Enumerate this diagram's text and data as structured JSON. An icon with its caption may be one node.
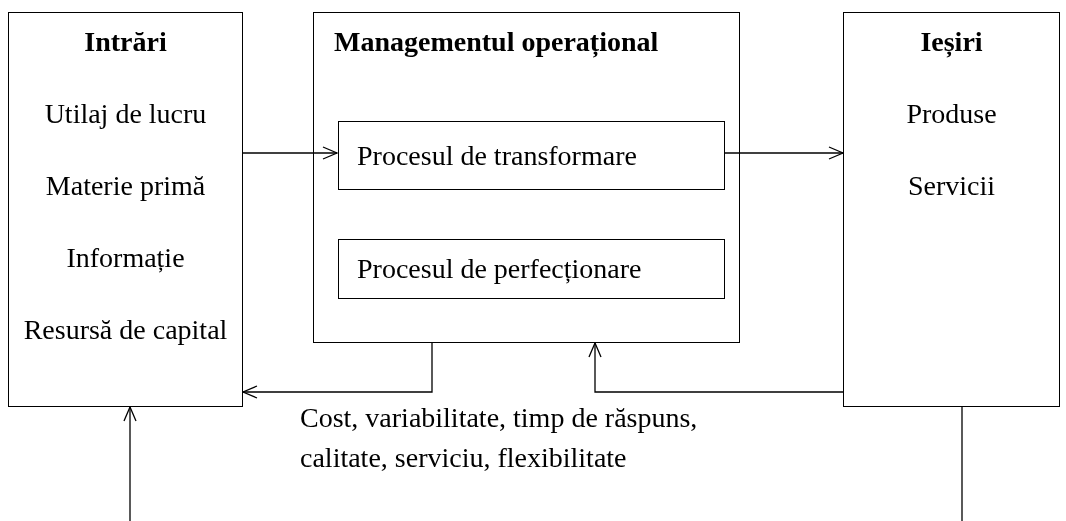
{
  "diagram": {
    "nodes": [
      {
        "text": [
          "Intrări",
          "Utilaj de lucru",
          "Materie primă",
          "Informație",
          "Resursă de capital"
        ]
      },
      {
        "text": [
          "Managementul operațional"
        ]
      },
      {
        "text": [
          "Procesul de transformare"
        ],
        "in": 1
      },
      {
        "text": [
          "Procesul de perfecționare"
        ],
        "in": 1
      },
      {
        "text": [
          "Ieșiri",
          "Produse",
          "Servicii"
        ]
      }
    ],
    "edges": [
      {
        "from": 0,
        "to": 2,
        "arrow": "to"
      },
      {
        "from": 2,
        "to": 4,
        "arrow": "to"
      },
      {
        "from": 1,
        "to": 0,
        "arrow": "to"
      },
      {
        "from": 4,
        "to": 1,
        "arrow": "to"
      },
      {
        "from": null,
        "to": 0,
        "arrow": "to"
      },
      {
        "from": 4,
        "to": null,
        "arrow": "none"
      }
    ],
    "labels": [
      "Cost, variabilitate, timp de răspuns, calitate, serviciu, flexibilitate"
    ]
  }
}
